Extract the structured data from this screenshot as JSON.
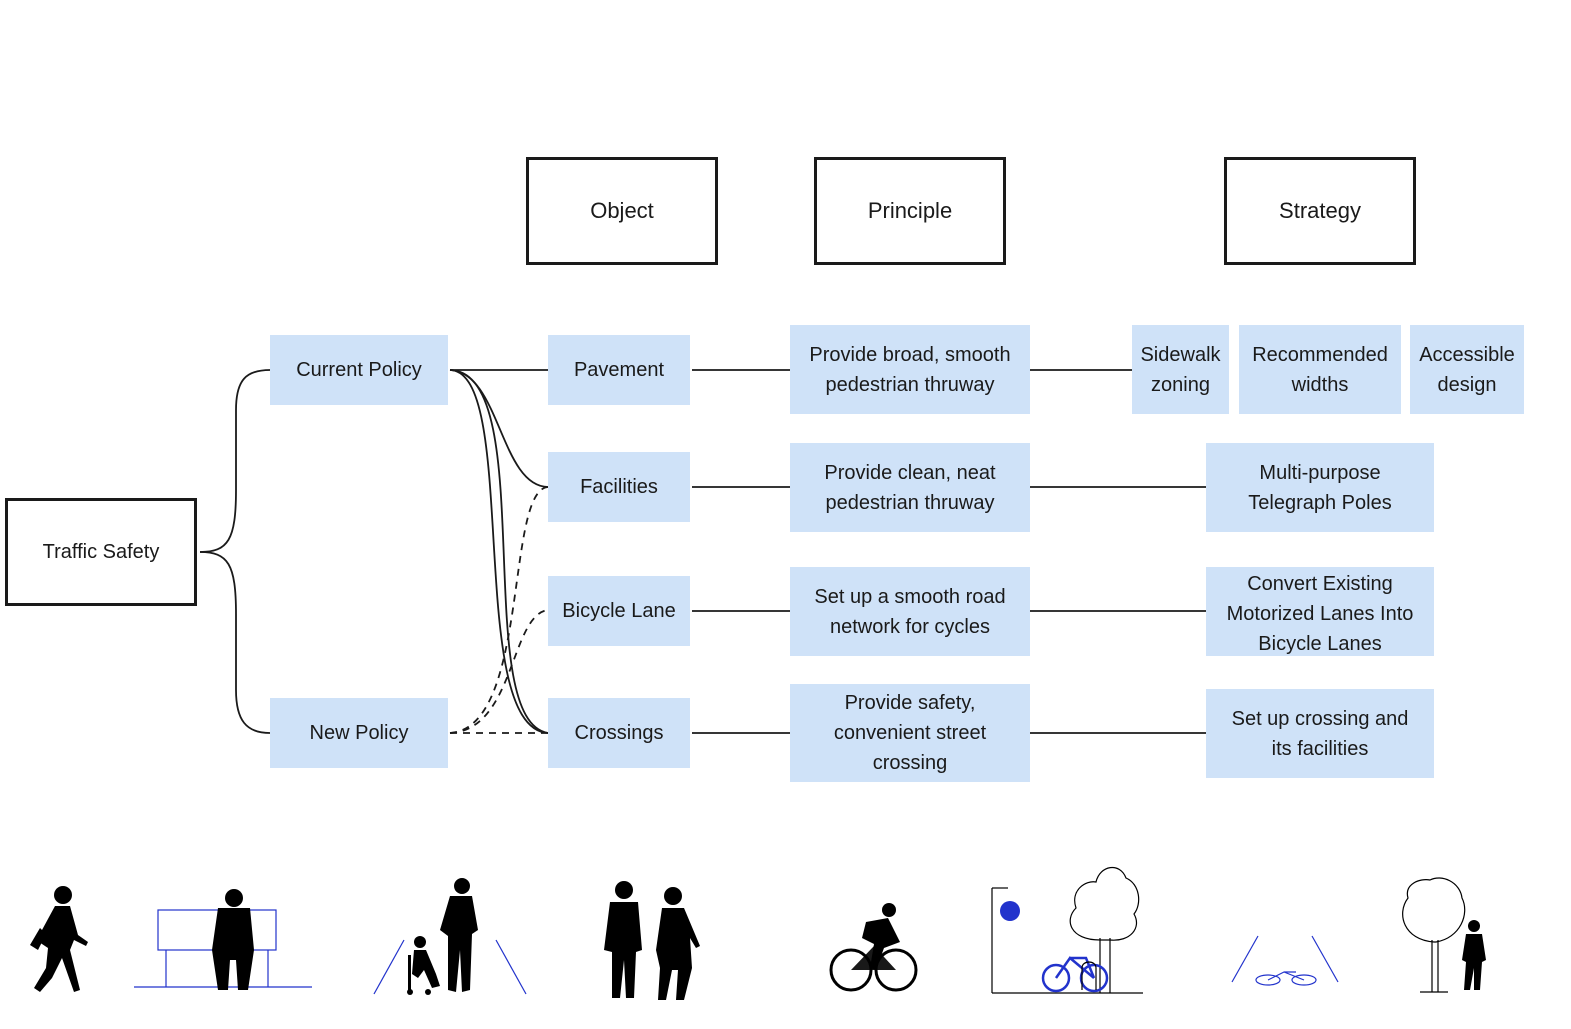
{
  "headers": {
    "object": "Object",
    "principle": "Principle",
    "strategy": "Strategy"
  },
  "root": "Traffic Safety",
  "policies": {
    "current": "Current Policy",
    "new": "New Policy"
  },
  "objects": {
    "pavement": "Pavement",
    "facilities": "Facilities",
    "bicycle_lane": "Bicycle Lane",
    "crossings": "Crossings"
  },
  "principles": {
    "pavement": "Provide broad, smooth\npedestrian thruway",
    "facilities": "Provide clean, neat\npedestrian thruway",
    "bicycle_lane": "Set up a smooth road\nnetwork for cycles",
    "crossings": "Provide safety,\nconvenient street\ncrossing"
  },
  "strategies": {
    "sidewalk_zoning": "Sidewalk\nzoning",
    "recommended_widths": "Recommended\nwidths",
    "accessible_design": "Accessible\ndesign",
    "telegraph_poles": "Multi-purpose\nTelegraph Poles",
    "convert_lanes": "Convert Existing\nMotorized Lanes Into\nBicycle Lanes",
    "crossing_facilities": "Set up crossing and\nits facilities"
  },
  "colors": {
    "node_fill": "#cfe2f8",
    "line": "#1a1a1a",
    "accent_blue": "#2233cc"
  },
  "illustrations": [
    "pedestrian-walking-icon",
    "person-on-bench-icon",
    "parent-child-scooter-icon",
    "couple-walking-icon",
    "cyclist-icon",
    "bike-parking-tree-icon",
    "bike-lane-marking-icon",
    "tree-pedestrian-icon"
  ]
}
